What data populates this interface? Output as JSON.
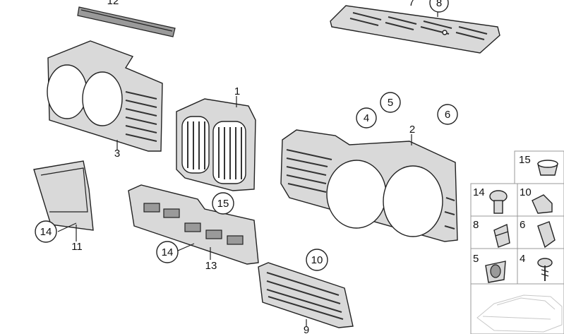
{
  "callouts": {
    "c1": "1",
    "c2": "2",
    "c3": "3",
    "c4": "4",
    "c5": "5",
    "c6": "6",
    "c7": "7",
    "c8": "8",
    "c9": "9",
    "c10": "10",
    "c11": "11",
    "c12": "12",
    "c13": "13",
    "c14a": "14",
    "c14b": "14",
    "c15": "15"
  },
  "legend": {
    "l15": "15",
    "l14": "14",
    "l10": "10",
    "l8": "8",
    "l6": "6",
    "l5": "5",
    "l4": "4"
  }
}
